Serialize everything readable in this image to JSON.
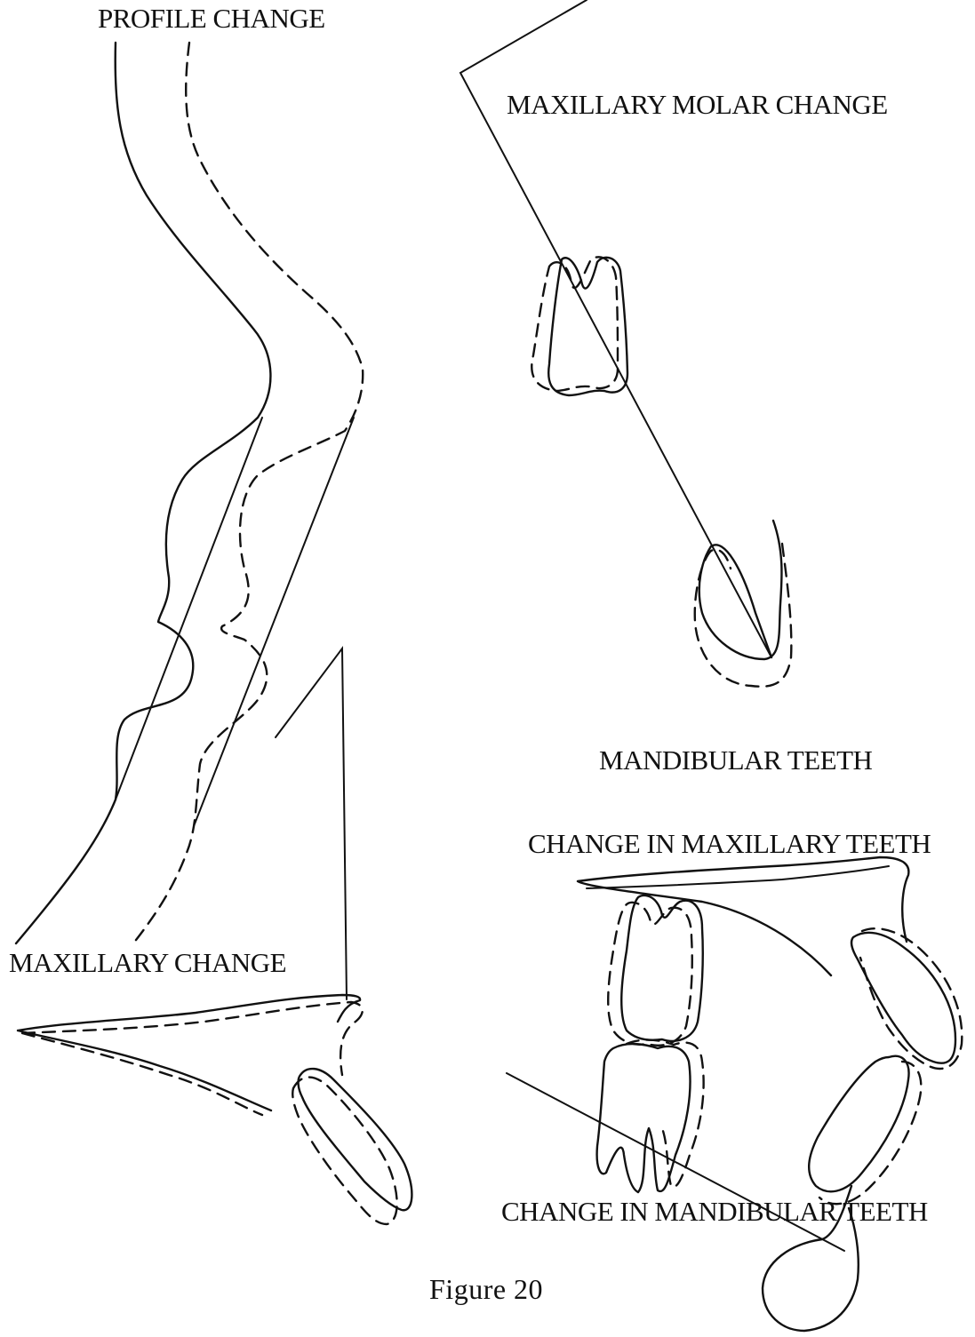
{
  "labels": {
    "profile_change": "PROFILE CHANGE",
    "maxillary_molar_change": "MAXILLARY MOLAR CHANGE",
    "mandibular_teeth": "MANDIBULAR TEETH",
    "change_in_maxillary_teeth": "CHANGE IN MAXILLARY TEETH",
    "maxillary_change": "MAXILLARY CHANGE",
    "change_in_mandibular_teeth": "CHANGE IN MANDIBULAR TEETH"
  },
  "caption": "Figure  20",
  "legend_styles": {
    "before": "solid",
    "after": "dashed"
  },
  "colors": {
    "ink": "#111111",
    "paper": "#ffffff"
  }
}
